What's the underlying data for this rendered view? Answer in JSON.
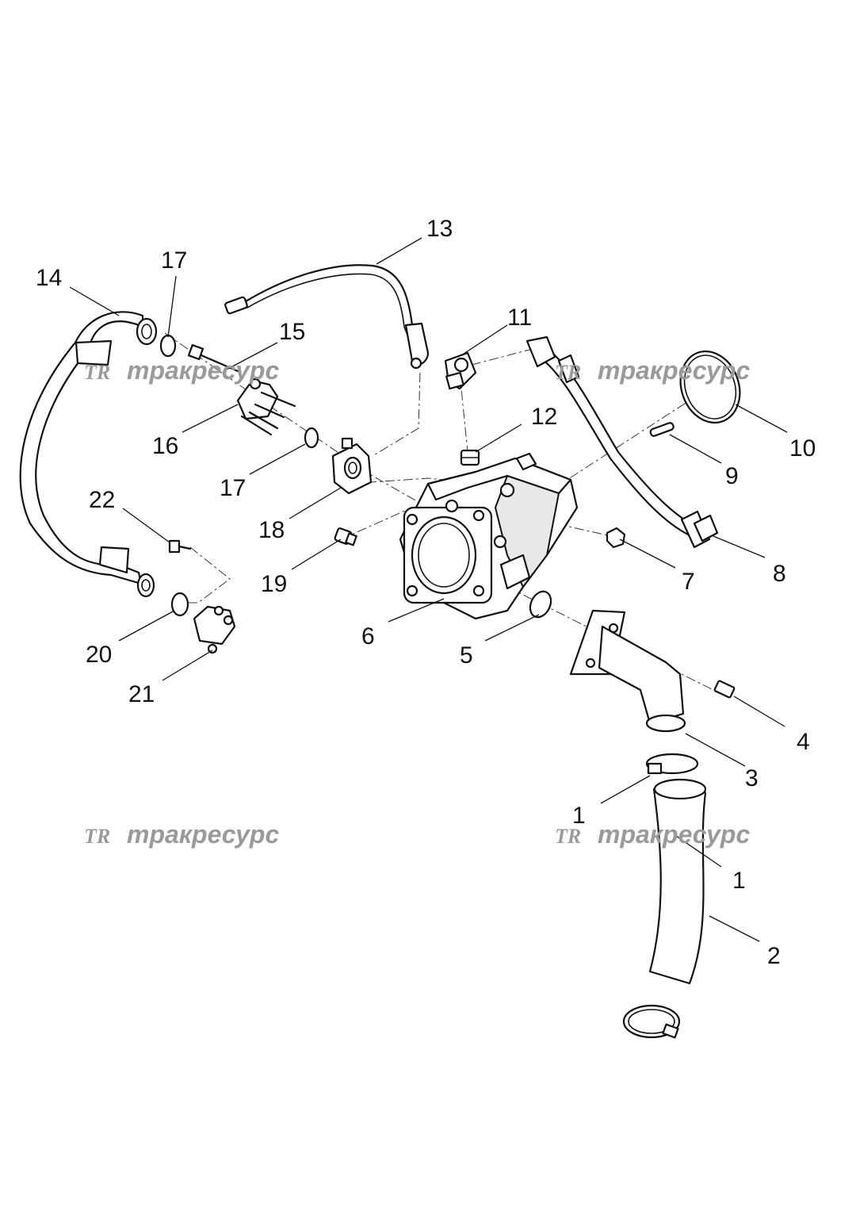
{
  "watermark": {
    "text": "тракресурс",
    "logo": "TR",
    "color": "#9a9a9a"
  },
  "callouts": [
    "1",
    "1",
    "2",
    "3",
    "4",
    "5",
    "6",
    "7",
    "8",
    "9",
    "10",
    "11",
    "12",
    "13",
    "14",
    "15",
    "16",
    "17",
    "17",
    "18",
    "19",
    "20",
    "21",
    "22"
  ]
}
